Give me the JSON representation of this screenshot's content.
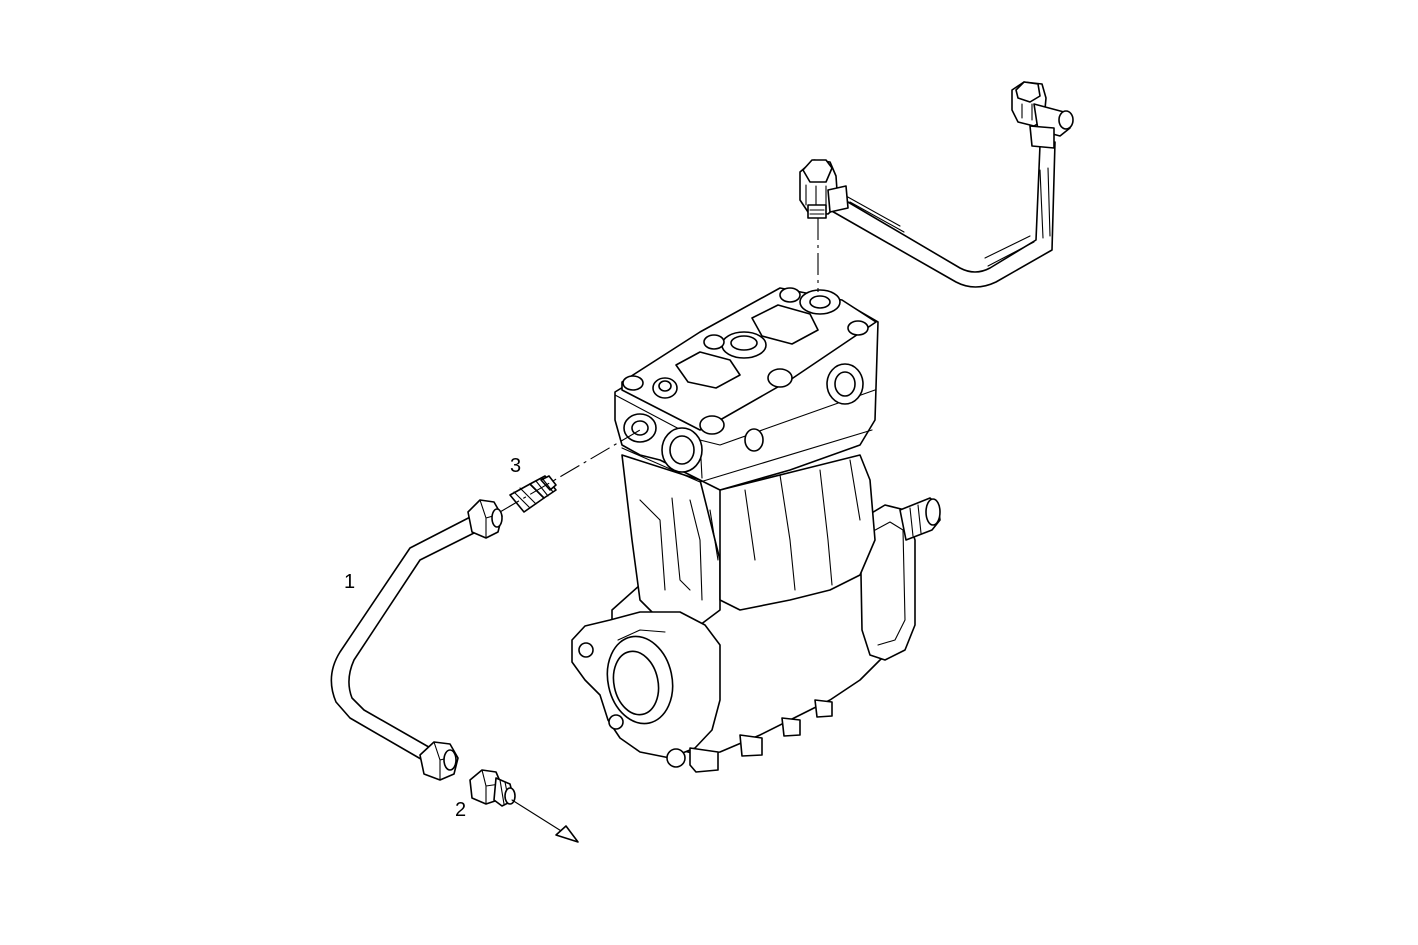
{
  "diagram": {
    "callouts": {
      "pipe": "1",
      "union_fitting": "2",
      "adapter_fitting": "3"
    },
    "colors": {
      "line": "#000000",
      "background": "#ffffff"
    }
  }
}
